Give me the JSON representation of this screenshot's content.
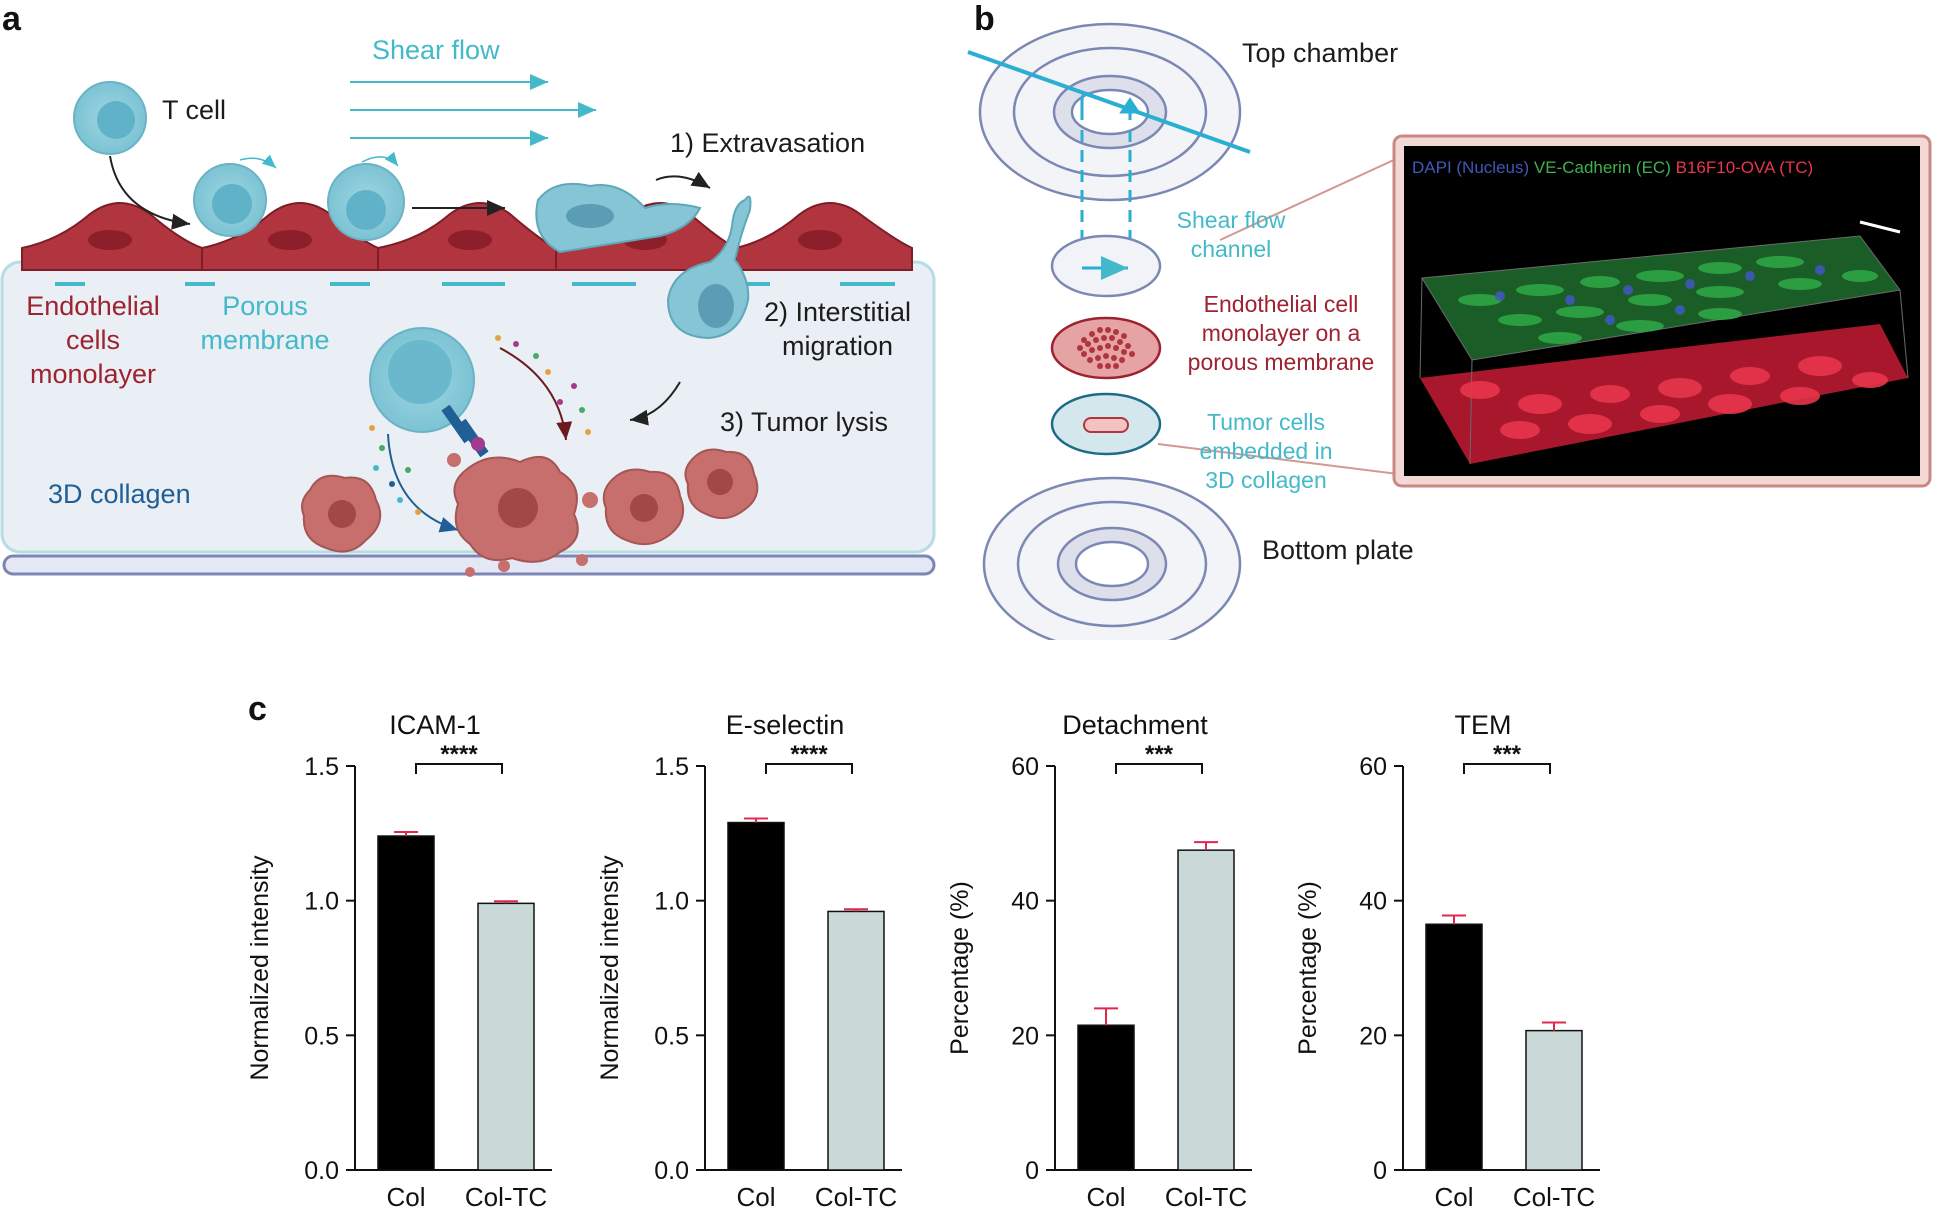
{
  "panels": {
    "a": "a",
    "b": "b",
    "c": "c"
  },
  "panel_a": {
    "shear_flow": "Shear flow",
    "t_cell": "T cell",
    "step1": "1) Extravasation",
    "step2_line1": "2) Interstitial",
    "step2_line2": "migration",
    "step3": "3) Tumor lysis",
    "endothelial_line1": "Endothelial",
    "endothelial_line2": "cells",
    "endothelial_line3": "monolayer",
    "porous_line1": "Porous",
    "porous_line2": "membrane",
    "collagen": "3D collagen"
  },
  "panel_b": {
    "top_chamber": "Top chamber",
    "shear_line1": "Shear flow",
    "shear_line2": "channel",
    "endo_line1": "Endothelial cell",
    "endo_line2": "monolayer on a",
    "endo_line3": "porous membrane",
    "tumor_line1": "Tumor cells",
    "tumor_line2": "embedded in",
    "tumor_line3": "3D collagen",
    "bottom_plate": "Bottom plate",
    "micro_legend_dapi": "DAPI (Nucleus)",
    "micro_legend_ve": "VE-Cadherin (EC)",
    "micro_legend_tc": "B16F10-OVA (TC)"
  },
  "colors": {
    "teal": "#43b9c9",
    "dark_red": "#9e2230",
    "endothelial_fill": "#b0353f",
    "collagen_bg": "#e9eff4",
    "bar_col": "#000000",
    "bar_coltc": "#c9d9d8",
    "error_bar": "#e0284f"
  },
  "chart_data": [
    {
      "type": "bar",
      "title": "ICAM-1",
      "ylabel": "Normalized intensity",
      "categories": [
        "Col",
        "Col-TC"
      ],
      "values": [
        1.24,
        0.99
      ],
      "errors": [
        0.015,
        0.008
      ],
      "ylim": [
        0,
        1.5
      ],
      "yticks": [
        "0.0",
        "0.5",
        "1.0",
        "1.5"
      ],
      "ytick_values": [
        0,
        0.5,
        1.0,
        1.5
      ],
      "significance": "****"
    },
    {
      "type": "bar",
      "title": "E-selectin",
      "ylabel": "Normalized intensity",
      "categories": [
        "Col",
        "Col-TC"
      ],
      "values": [
        1.29,
        0.96
      ],
      "errors": [
        0.015,
        0.008
      ],
      "ylim": [
        0,
        1.5
      ],
      "yticks": [
        "0.0",
        "0.5",
        "1.0",
        "1.5"
      ],
      "ytick_values": [
        0,
        0.5,
        1.0,
        1.5
      ],
      "significance": "****"
    },
    {
      "type": "bar",
      "title": "Detachment",
      "ylabel": "Percentage (%)",
      "categories": [
        "Col",
        "Col-TC"
      ],
      "values": [
        21.5,
        47.5
      ],
      "errors": [
        2.5,
        1.2
      ],
      "ylim": [
        0,
        60
      ],
      "yticks": [
        "0",
        "20",
        "40",
        "60"
      ],
      "ytick_values": [
        0,
        20,
        40,
        60
      ],
      "significance": "***"
    },
    {
      "type": "bar",
      "title": "TEM",
      "ylabel": "Percentage (%)",
      "categories": [
        "Col",
        "Col-TC"
      ],
      "values": [
        36.5,
        20.7
      ],
      "errors": [
        1.3,
        1.2
      ],
      "ylim": [
        0,
        60
      ],
      "yticks": [
        "0",
        "20",
        "40",
        "60"
      ],
      "ytick_values": [
        0,
        20,
        40,
        60
      ],
      "significance": "***"
    }
  ]
}
